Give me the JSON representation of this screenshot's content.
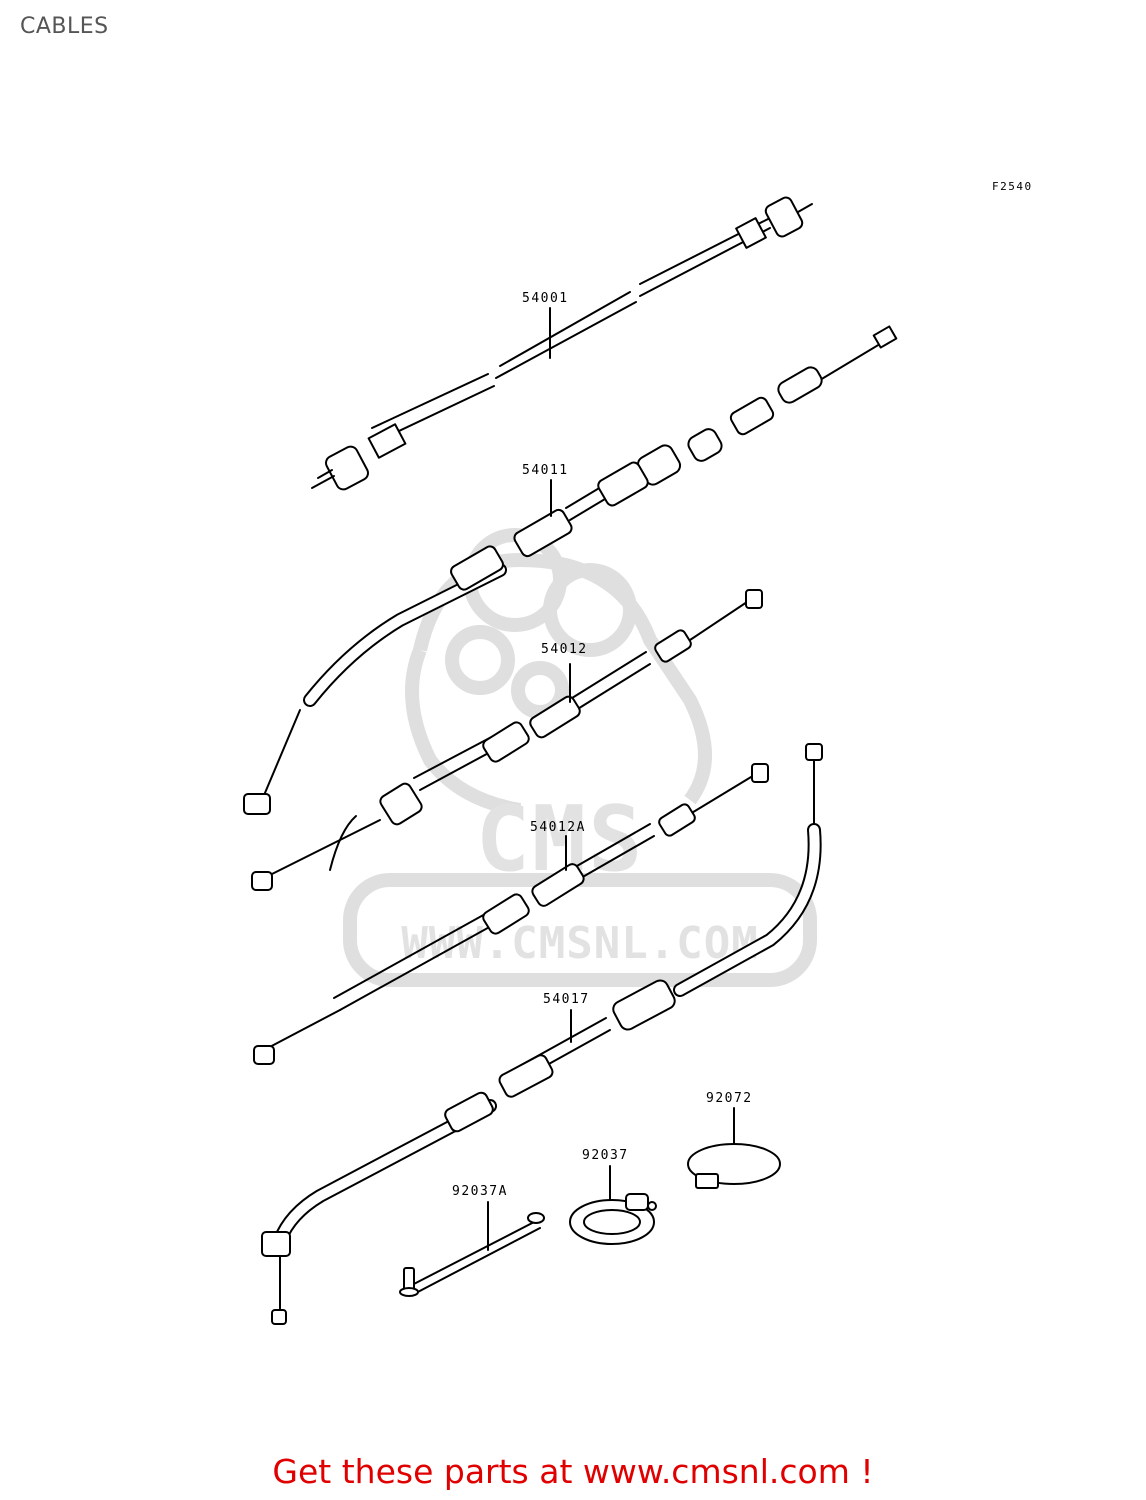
{
  "page_title": "CABLES",
  "figure_code": "F2540",
  "parts": {
    "p54001": "54001",
    "p54011": "54011",
    "p54012": "54012",
    "p54012A": "54012A",
    "p54017": "54017",
    "p92072": "92072",
    "p92037": "92037",
    "p92037A": "92037A"
  },
  "watermark": {
    "brand": "CMS",
    "url": "WWW.CMSNL.COM"
  },
  "footer": {
    "text": "Get these parts at www.cmsnl.com !",
    "color": "#e00000"
  }
}
